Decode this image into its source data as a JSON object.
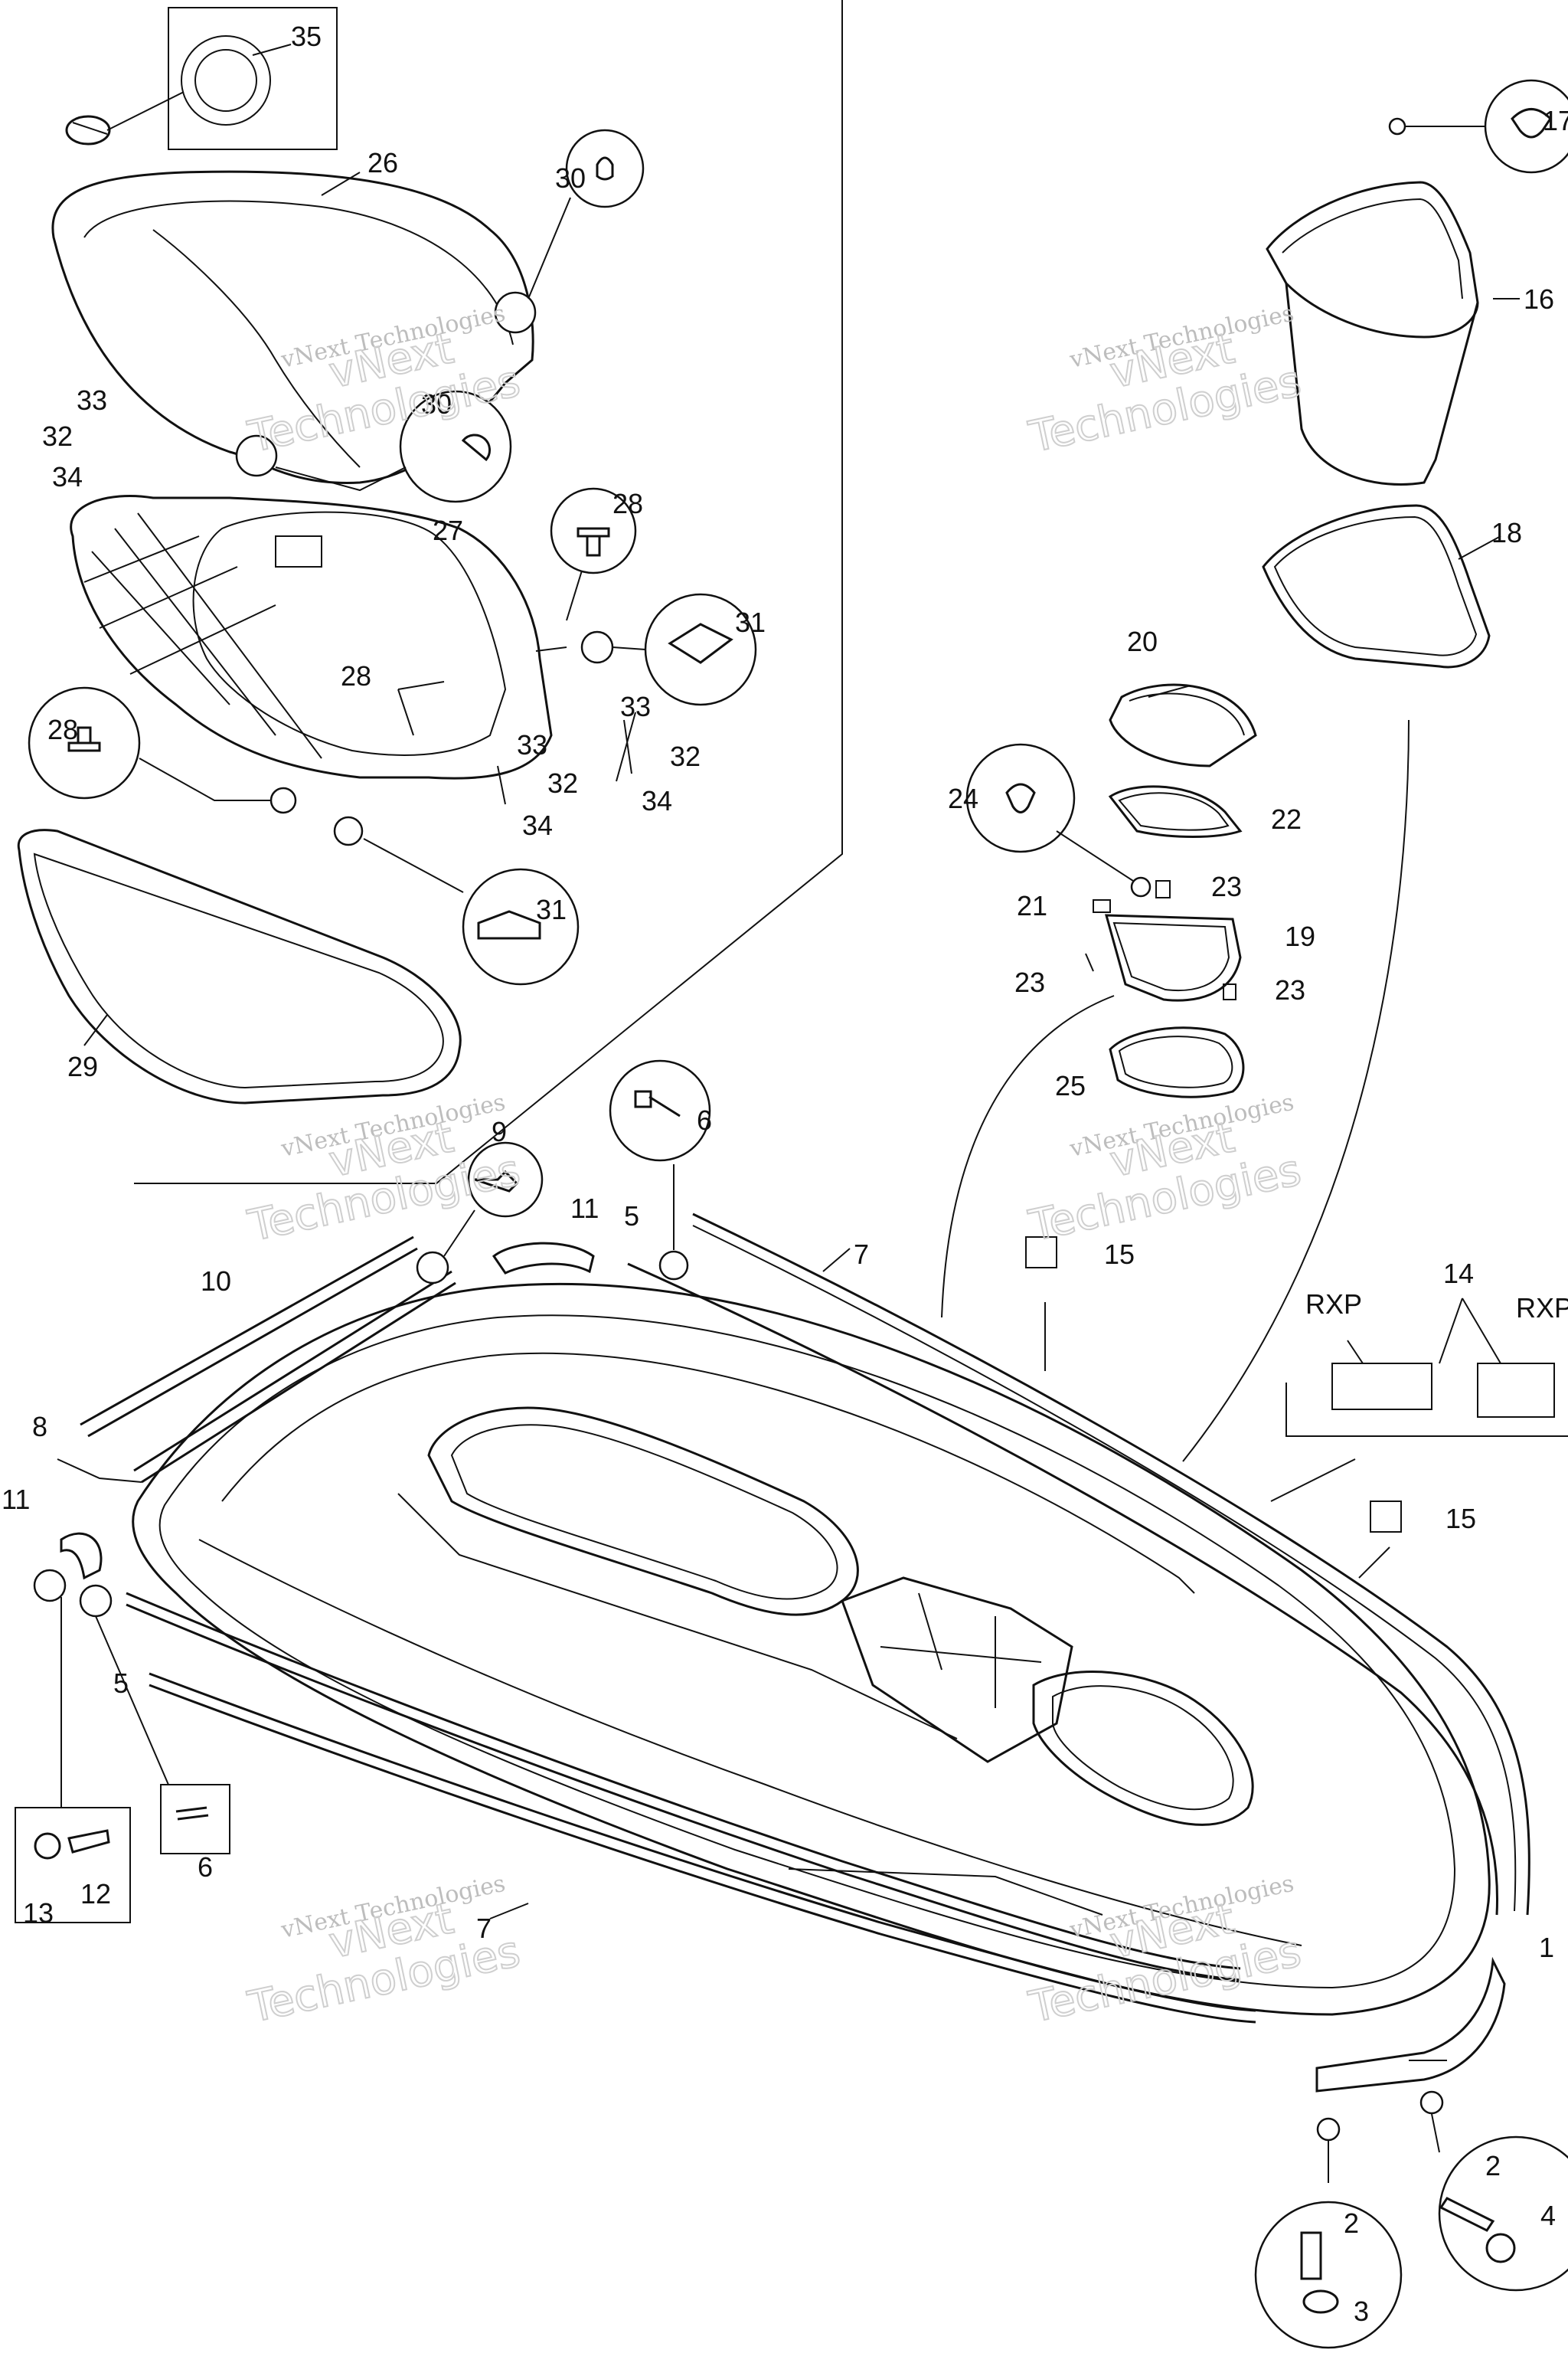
{
  "callouts": [
    {
      "id": "c35",
      "label": "35"
    },
    {
      "id": "c26",
      "label": "26"
    },
    {
      "id": "c30a",
      "label": "30"
    },
    {
      "id": "c30b",
      "label": "30"
    },
    {
      "id": "c33a",
      "label": "33"
    },
    {
      "id": "c32a",
      "label": "32"
    },
    {
      "id": "c34a",
      "label": "34"
    },
    {
      "id": "c27",
      "label": "27"
    },
    {
      "id": "c28a",
      "label": "28"
    },
    {
      "id": "c31a",
      "label": "31"
    },
    {
      "id": "c28b",
      "label": "28"
    },
    {
      "id": "c28c",
      "label": "28"
    },
    {
      "id": "c33b",
      "label": "33"
    },
    {
      "id": "c32b",
      "label": "32"
    },
    {
      "id": "c34b",
      "label": "34"
    },
    {
      "id": "c33c",
      "label": "33"
    },
    {
      "id": "c32c",
      "label": "32"
    },
    {
      "id": "c34c",
      "label": "34"
    },
    {
      "id": "c31b",
      "label": "31"
    },
    {
      "id": "c29",
      "label": "29"
    },
    {
      "id": "c17",
      "label": "17"
    },
    {
      "id": "c16",
      "label": "16"
    },
    {
      "id": "c18",
      "label": "18"
    },
    {
      "id": "c20",
      "label": "20"
    },
    {
      "id": "c24",
      "label": "24"
    },
    {
      "id": "c22",
      "label": "22"
    },
    {
      "id": "c23a",
      "label": "23"
    },
    {
      "id": "c21",
      "label": "21"
    },
    {
      "id": "c19",
      "label": "19"
    },
    {
      "id": "c23b",
      "label": "23"
    },
    {
      "id": "c23c",
      "label": "23"
    },
    {
      "id": "c25",
      "label": "25"
    },
    {
      "id": "c6a",
      "label": "6"
    },
    {
      "id": "c9",
      "label": "9"
    },
    {
      "id": "c11a",
      "label": "11"
    },
    {
      "id": "c5a",
      "label": "5"
    },
    {
      "id": "c7a",
      "label": "7"
    },
    {
      "id": "c15a",
      "label": "15"
    },
    {
      "id": "c10",
      "label": "10"
    },
    {
      "id": "c14",
      "label": "14"
    },
    {
      "id": "c8",
      "label": "8"
    },
    {
      "id": "c15b",
      "label": "15"
    },
    {
      "id": "c11b",
      "label": "11"
    },
    {
      "id": "c5b",
      "label": "5"
    },
    {
      "id": "c6b",
      "label": "6"
    },
    {
      "id": "c13",
      "label": "13"
    },
    {
      "id": "c12",
      "label": "12"
    },
    {
      "id": "c7b",
      "label": "7"
    },
    {
      "id": "c1",
      "label": "1"
    },
    {
      "id": "c2a",
      "label": "2"
    },
    {
      "id": "c2b",
      "label": "2"
    },
    {
      "id": "c4",
      "label": "4"
    },
    {
      "id": "c3",
      "label": "3"
    }
  ],
  "variants": {
    "left": "RXP",
    "right": "RXP"
  },
  "watermark": {
    "line1": "vNext Technologies",
    "line2a": "vNext",
    "line2b": "Technologies"
  }
}
